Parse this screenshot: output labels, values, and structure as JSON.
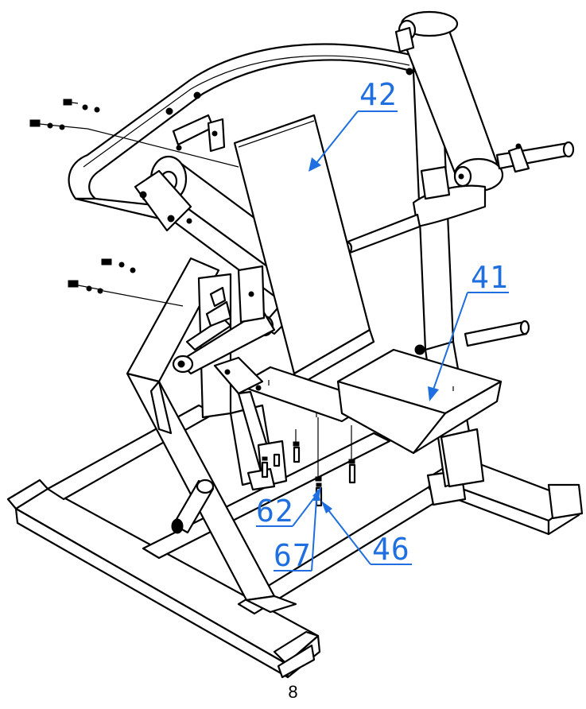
{
  "figure": {
    "callouts": [
      {
        "id": "42",
        "label": "42"
      },
      {
        "id": "41",
        "label": "41"
      },
      {
        "id": "62",
        "label": "62"
      },
      {
        "id": "67",
        "label": "67"
      },
      {
        "id": "46",
        "label": "46"
      }
    ],
    "page_number": "8",
    "colors": {
      "line": "#000000",
      "callout": "#1f6fe0",
      "background": "#ffffff"
    }
  }
}
